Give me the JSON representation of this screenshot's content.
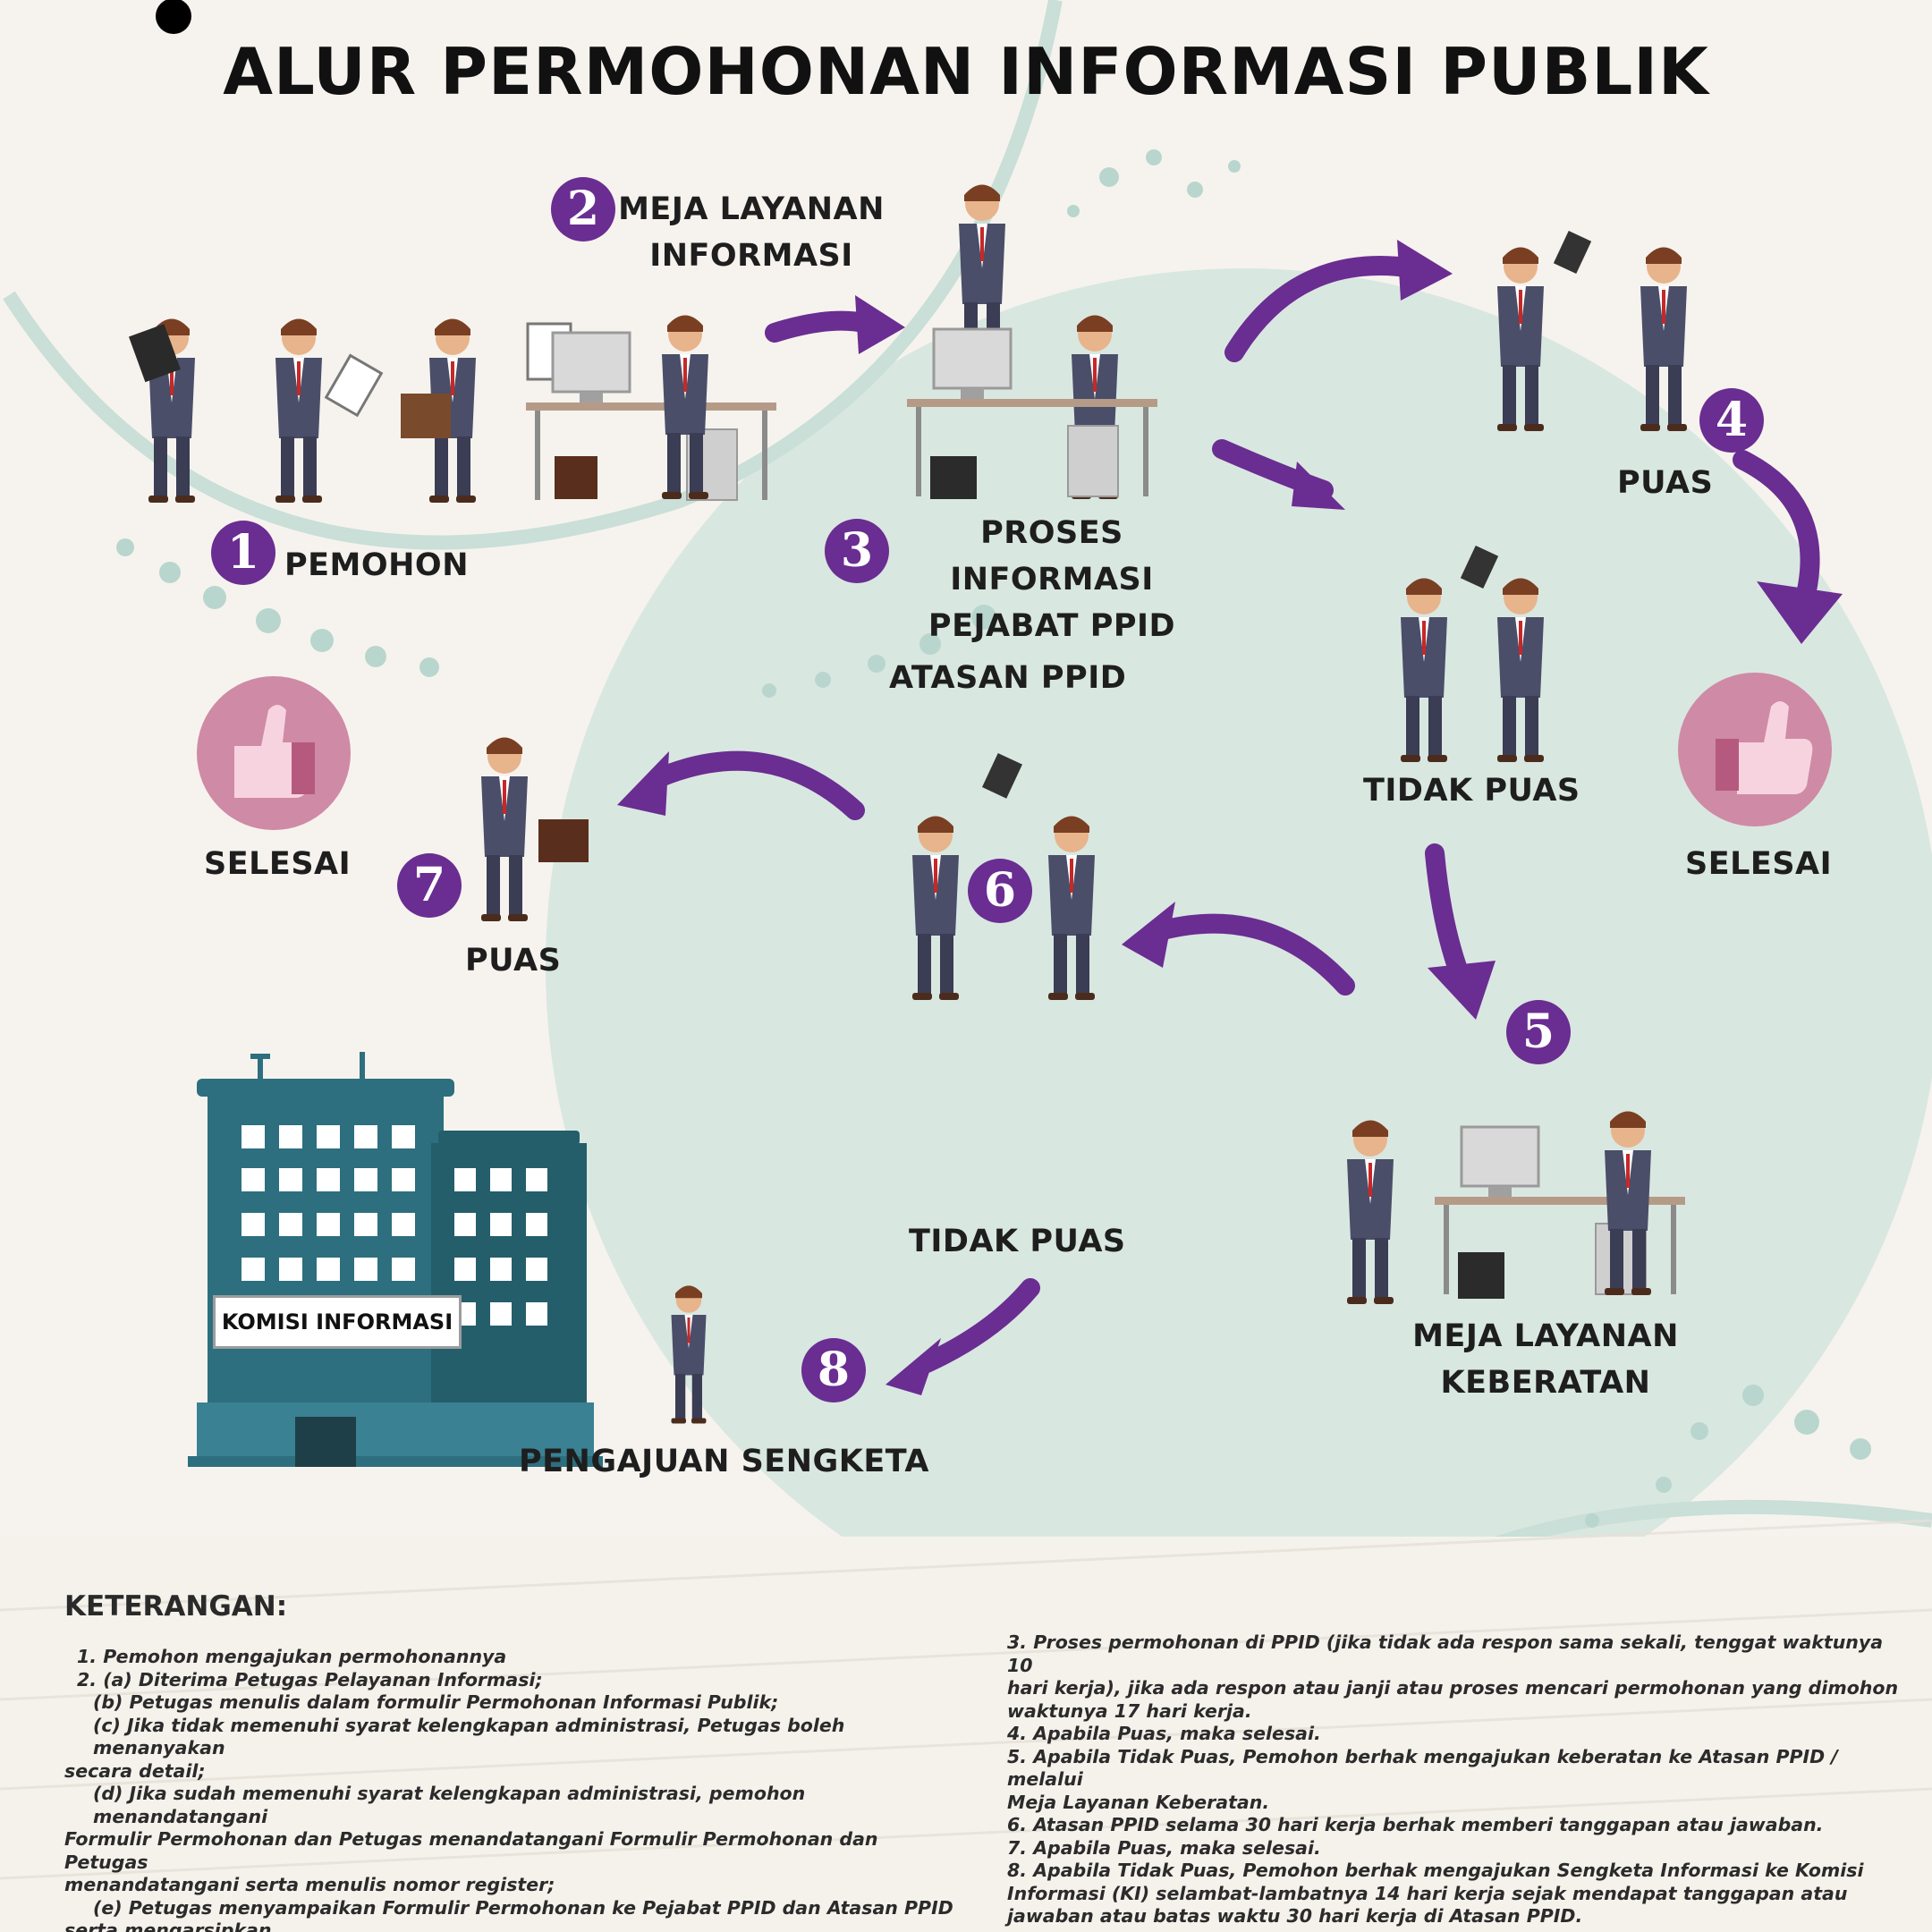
{
  "title": "ALUR PERMOHONAN INFORMASI PUBLIK",
  "colors": {
    "accent": "#6a2d91",
    "mint": "#cfe3dc",
    "thumb_circle": "#cf8aa5",
    "building": "#2d6f7e"
  },
  "steps": {
    "s1": {
      "num": "1",
      "label": "PEMOHON"
    },
    "s2": {
      "num": "2",
      "label_line1": "MEJA LAYANAN",
      "label_line2": "INFORMASI"
    },
    "s3": {
      "num": "3",
      "label_line1": "PROSES INFORMASI",
      "label_line2": "PEJABAT PPID"
    },
    "s4": {
      "num": "4",
      "label": "PUAS"
    },
    "tidak_puas_1": "TIDAK PUAS",
    "s5": {
      "num": "5",
      "label_line1": "MEJA LAYANAN",
      "label_line2": "KEBERATAN"
    },
    "s6": {
      "num": "6",
      "label": "ATASAN PPID"
    },
    "s7": {
      "num": "7",
      "label": "PUAS"
    },
    "tidak_puas_2": "TIDAK PUAS",
    "s8": {
      "num": "8",
      "label": "PENGAJUAN SENGKETA"
    },
    "selesai_left": "SELESAI",
    "selesai_right": "SELESAI"
  },
  "building_sign": "KOMISI INFORMASI",
  "icons": [
    "thumbs-up-icon",
    "office-building-icon",
    "person-figure-icon",
    "desk-computer-icon",
    "curved-arrow-icon"
  ],
  "keterangan": {
    "heading": "KETERANGAN:",
    "left": [
      "1. Pemohon mengajukan permohonannya",
      "2. (a) Diterima Petugas Pelayanan Informasi;",
      "(b) Petugas menulis dalam formulir Permohonan Informasi Publik;",
      "(c) Jika tidak memenuhi syarat kelengkapan administrasi, Petugas boleh menanyakan",
      "secara detail;",
      "(d) Jika sudah memenuhi syarat kelengkapan administrasi, pemohon menandatangani",
      "Formulir Permohonan dan Petugas menandatangani Formulir Permohonan dan Petugas",
      "menandatangani serta menulis nomor register;",
      "(e) Petugas menyampaikan Formulir Permohonan ke Pejabat PPID dan Atasan PPID",
      "serta mengarsipkan."
    ],
    "right": [
      "3. Proses permohonan di PPID (jika tidak ada respon sama sekali, tenggat waktunya 10",
      "hari kerja), jika ada respon atau janji atau proses mencari permohonan yang dimohon",
      "waktunya 17 hari kerja.",
      "4. Apabila Puas, maka selesai.",
      "5. Apabila Tidak Puas, Pemohon berhak mengajukan keberatan ke Atasan PPID / melalui",
      "Meja Layanan Keberatan.",
      "6. Atasan PPID selama 30 hari kerja berhak memberi tanggapan atau jawaban.",
      "7. Apabila Puas, maka selesai.",
      "8. Apabila Tidak Puas, Pemohon berhak mengajukan Sengketa Informasi ke Komisi",
      "Informasi (KI) selambat-lambatnya 14 hari kerja sejak mendapat tanggapan atau",
      "jawaban atau batas waktu 30 hari kerja di Atasan PPID."
    ]
  }
}
